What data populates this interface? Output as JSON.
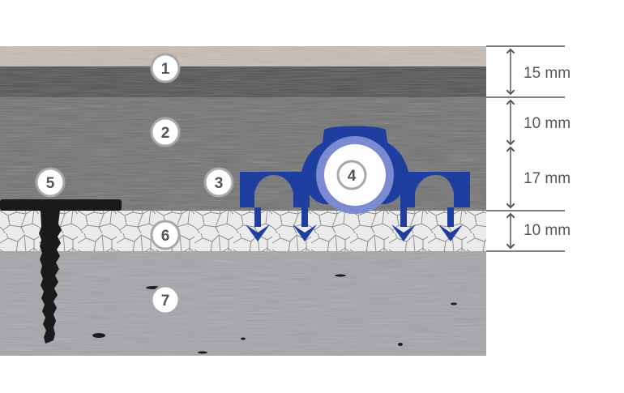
{
  "diagram": {
    "layers": [
      {
        "number": "1",
        "name": "top-layer"
      },
      {
        "number": "2",
        "name": "upper-screed"
      },
      {
        "number": "3",
        "name": "heating-pipe-holder"
      },
      {
        "number": "4",
        "name": "heating-pipe"
      },
      {
        "number": "5",
        "name": "anchor-dowel"
      },
      {
        "number": "6",
        "name": "insulation"
      },
      {
        "number": "7",
        "name": "base-slab"
      }
    ],
    "dimensions": [
      "15 mm",
      "10 mm",
      "17 mm",
      "10 mm"
    ],
    "colors": {
      "layer1": "#c9bdb3",
      "layer2": "#6d6d6d",
      "layer2_light": "#8a8a8a",
      "insulation": "#e9e9e9",
      "base": "#9d9fa3",
      "holder_blue": "#1f3fa0",
      "pipe_ring": "#7c8ad1",
      "dowel": "#1a1a1a",
      "dim_line": "#555555"
    }
  }
}
